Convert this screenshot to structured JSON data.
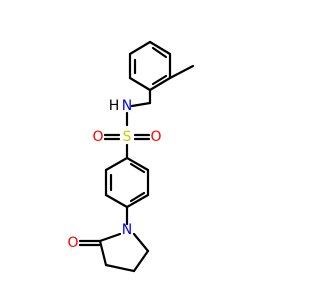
{
  "molecule": {
    "atoms": {
      "N_amide": {
        "label": "N",
        "color": "#0000ff"
      },
      "H_amide": {
        "label": "H",
        "color": "#000000"
      },
      "S": {
        "label": "S",
        "color": "#cccc00"
      },
      "O_s_left": {
        "label": "O",
        "color": "#ff0000"
      },
      "O_s_right": {
        "label": "O",
        "color": "#ff0000"
      },
      "N_ring": {
        "label": "N",
        "color": "#0000ff"
      },
      "O_ketone": {
        "label": "O",
        "color": "#ff0000"
      }
    },
    "bond_color": "#000000"
  }
}
